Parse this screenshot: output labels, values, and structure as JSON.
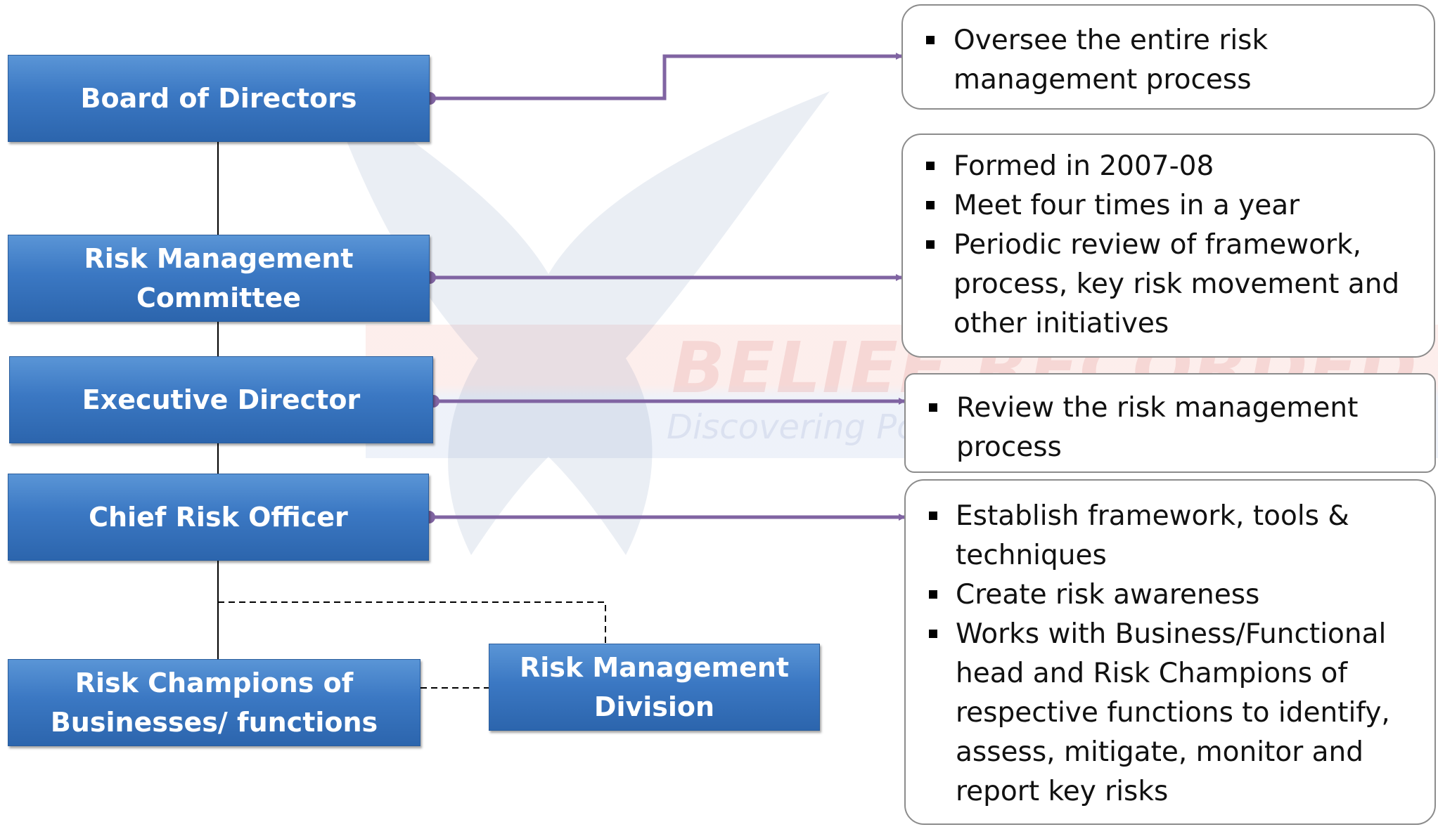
{
  "roles": {
    "board": "Board of Directors",
    "rmc_line1": "Risk Management",
    "rmc_line2": "Committee",
    "exec": "Executive Director",
    "cro": "Chief Risk Officer",
    "champions_line1": "Risk Champions of",
    "champions_line2": "Businesses/ functions",
    "rmd_line1": "Risk Management",
    "rmd_line2": "Division"
  },
  "descriptions": {
    "board": [
      "Oversee the entire risk management process"
    ],
    "rmc": [
      "Formed in 2007-08",
      "Meet four times in a year",
      "Periodic review of framework, process, key risk movement and other initiatives"
    ],
    "exec": [
      "Review the risk management process"
    ],
    "cro": [
      "Establish framework, tools & techniques",
      "Create risk awareness",
      "Works with Business/Functional head and Risk Champions of respective functions to identify, assess, mitigate, monitor and report key risks"
    ]
  },
  "watermark": {
    "title": "BELIEF RECORDED",
    "tagline": "Discovering Power From Within"
  },
  "colors": {
    "box_fill": "#3b78c3",
    "box_text": "#ffffff",
    "arrow": "#8064a2",
    "connector": "#000000",
    "desc_border": "#8c8c8c"
  }
}
